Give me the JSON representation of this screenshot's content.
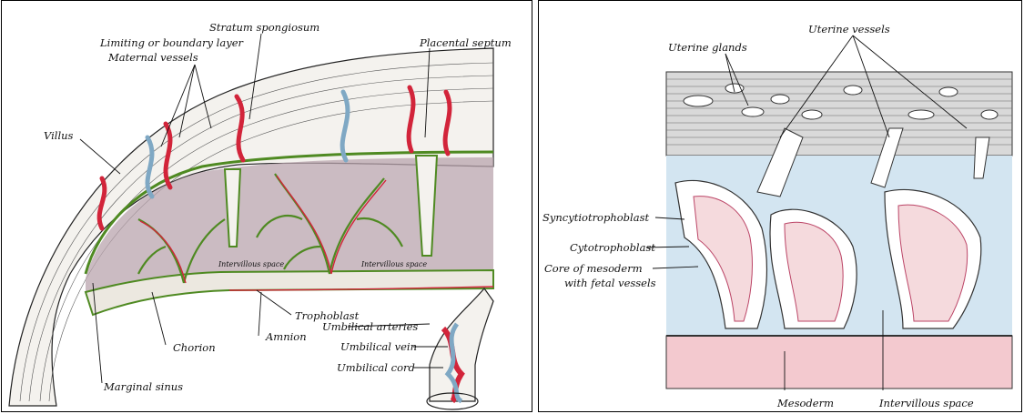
{
  "left_panel": {
    "labels": {
      "stratum_spongiosum": "Stratum spongiosum",
      "limiting_layer": "Limiting or boundary layer",
      "maternal_vessels": "Maternal vessels",
      "placental_septum": "Placental septum",
      "villus": "Villus",
      "intervillous_space_1": "Intervillous space",
      "intervillous_space_2": "Intervillous space",
      "trophoblast": "Trophoblast",
      "amnion": "Amnion",
      "umbilical_arteries": "Umbilical arteries",
      "chorion": "Chorion",
      "umbilical_vein": "Umbilical vein",
      "umbilical_cord": "Umbilical cord",
      "marginal_sinus": "Marginal sinus"
    }
  },
  "right_panel": {
    "labels": {
      "uterine_vessels": "Uterine vessels",
      "uterine_glands": "Uterine glands",
      "syncytiotrophoblast": "Syncytiotrophoblast",
      "cytotrophoblast": "Cytotrophoblast",
      "core_line1": "Core of mesoderm",
      "core_line2": "with fetal vessels",
      "mesoderm": "Mesoderm",
      "intervillous_space": "Intervillous space"
    }
  },
  "colors": {
    "artery_red": "#d2243a",
    "vein_blue": "#7fa8c4",
    "boundary_green": "#4f8a22",
    "intervillous_mauve": "#b9a4ad",
    "mesoderm_pink": "#f3c9cf",
    "intervillous_blue": "#d3e5f1"
  }
}
